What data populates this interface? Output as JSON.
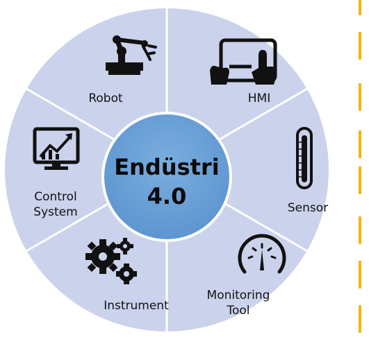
{
  "center": {
    "line1": "Endüstri",
    "line2": "4.0"
  },
  "segments": [
    {
      "label_lines": [
        "HMI"
      ],
      "icon": "hmi-touchscreen-icon"
    },
    {
      "label_lines": [
        "Sensor"
      ],
      "icon": "thermometer-sensor-icon"
    },
    {
      "label_lines": [
        "Monitoring",
        "Tool"
      ],
      "icon": "gauge-icon"
    },
    {
      "label_lines": [
        "Instrument"
      ],
      "icon": "gears-icon"
    },
    {
      "label_lines": [
        "Control",
        "System"
      ],
      "icon": "monitor-chart-icon"
    },
    {
      "label_lines": [
        "Robot"
      ],
      "icon": "robot-arm-icon"
    }
  ],
  "colors": {
    "ring": "#cbd2ec",
    "divider": "#ffffff",
    "center_fill": "#6aa0d7",
    "center_border": "#ffffff",
    "icon": "#111111",
    "accent_dash": "#f2b600"
  }
}
